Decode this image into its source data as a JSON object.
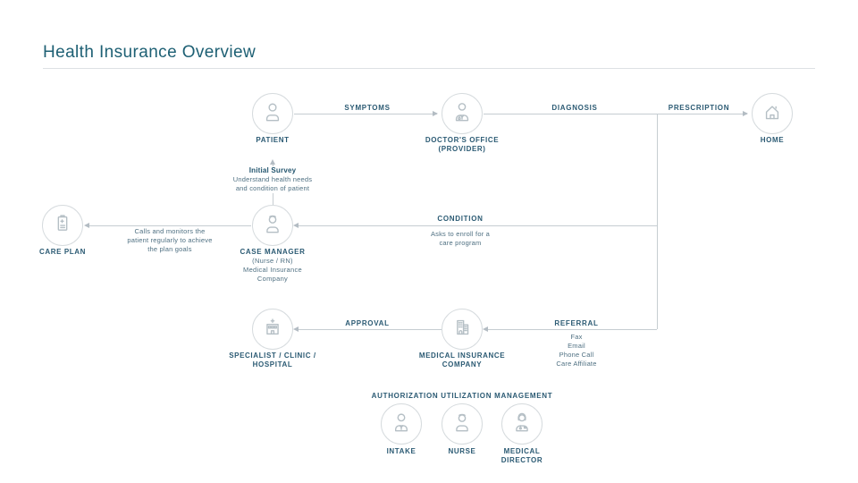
{
  "title": "Health Insurance Overview",
  "colors": {
    "title_text": "#1e6074",
    "label_text": "#2b5a73",
    "secondary_text": "#4f7082",
    "line": "#c6cdd1",
    "icon_stroke": "#b5bfc5",
    "background": "#ffffff"
  },
  "nodes": {
    "patient": {
      "label": "PATIENT",
      "icon": "person-icon"
    },
    "doctors_office": {
      "label": "DOCTOR'S OFFICE",
      "label2": "(PROVIDER)",
      "icon": "doctor-icon"
    },
    "home": {
      "label": "HOME",
      "icon": "home-icon"
    },
    "care_plan": {
      "label": "CARE PLAN",
      "icon": "clipboard-icon"
    },
    "case_manager": {
      "label": "CASE MANAGER",
      "label2": "(Nurse / RN)",
      "label3": "Medical Insurance",
      "label4": "Company",
      "icon": "nurse-icon"
    },
    "specialist": {
      "label": "SPECIALIST / CLINIC /",
      "label2": "HOSPITAL",
      "icon": "hospital-icon"
    },
    "medical_insurance_company": {
      "label": "MEDICAL INSURANCE",
      "label2": "COMPANY",
      "icon": "buildings-icon"
    },
    "intake": {
      "label": "INTAKE",
      "icon": "person-badge-icon"
    },
    "nurse": {
      "label": "NURSE",
      "icon": "nurse-icon"
    },
    "medical_director": {
      "label": "MEDICAL",
      "label2": "DIRECTOR",
      "icon": "doctor-female-icon"
    }
  },
  "edges": {
    "symptoms": {
      "label": "SYMPTOMS"
    },
    "diagnosis": {
      "label": "DIAGNOSIS"
    },
    "prescription": {
      "label": "PRESCRIPTION"
    },
    "initial_survey": {
      "title": "Initial Survey",
      "line1": "Understand health needs",
      "line2": "and condition of patient"
    },
    "care_plan_note": {
      "line1": "Calls and monitors the",
      "line2": "patient regularly to achieve",
      "line3": "the plan goals"
    },
    "condition": {
      "label": "CONDITION",
      "line1": "Asks to enroll for a",
      "line2": "care program"
    },
    "approval": {
      "label": "APPROVAL"
    },
    "referral": {
      "label": "REFERRAL",
      "items": [
        "Fax",
        "Email",
        "Phone Call",
        "Care Affiliate"
      ]
    }
  },
  "sections": {
    "authorization": "AUTHORIZATION UTILIZATION MANAGEMENT"
  }
}
